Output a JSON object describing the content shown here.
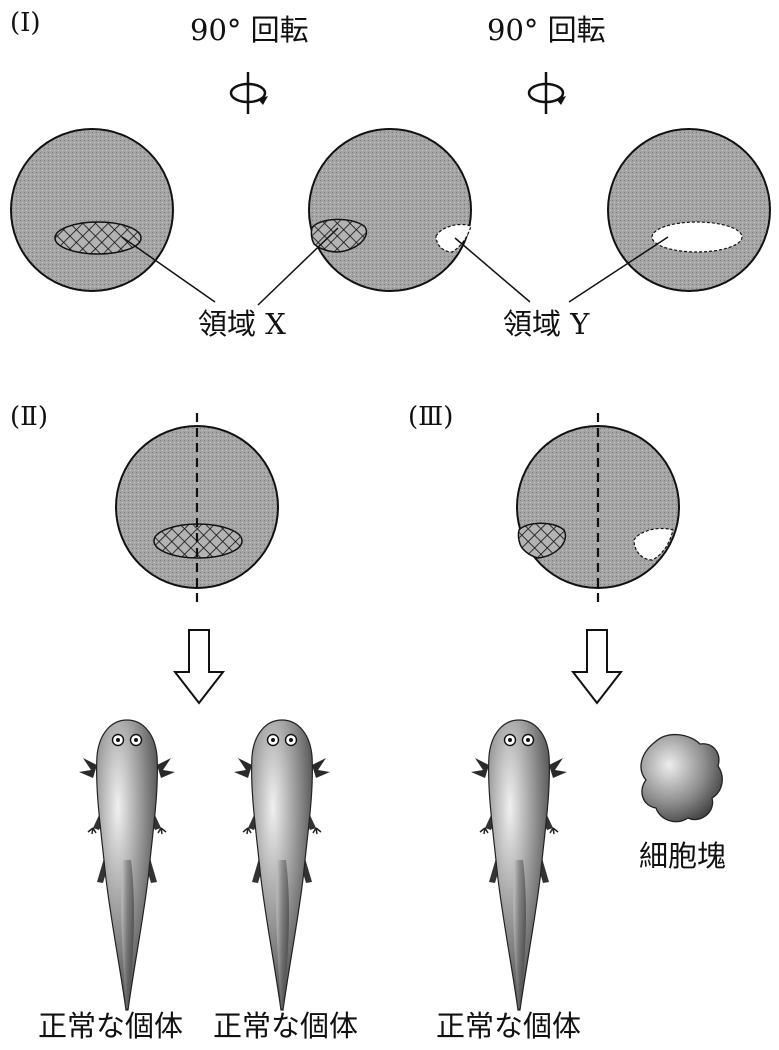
{
  "panels": {
    "p1": "(Ⅰ)",
    "p2": "(Ⅱ)",
    "p3": "(Ⅲ)"
  },
  "rotation": {
    "left": "90° 回転",
    "right": "90° 回転"
  },
  "regions": {
    "x": "領域 X",
    "y": "領域 Y"
  },
  "captions": {
    "normal_1": "正常な個体",
    "normal_2": "正常な個体",
    "normal_3": "正常な個体",
    "cell_mass": "細胞塊"
  },
  "colors": {
    "embryo_fill": "#a8a8a8",
    "outline": "#111111",
    "region_y_fill": "#ffffff"
  }
}
